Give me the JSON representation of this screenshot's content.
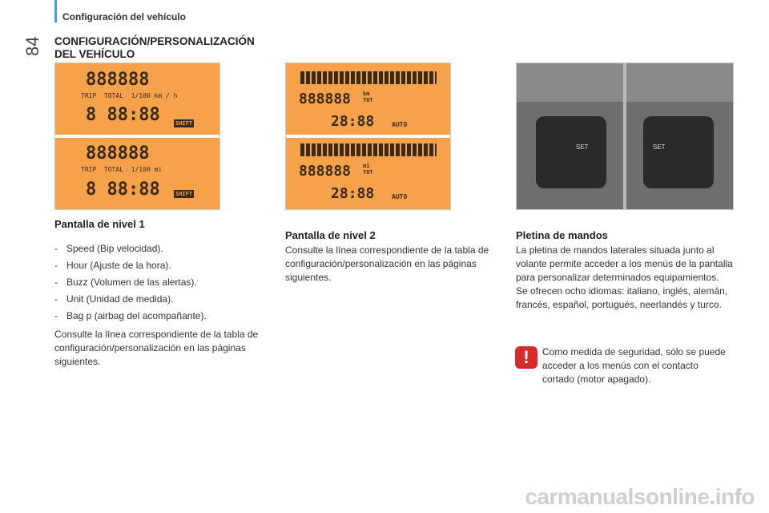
{
  "page_number": "84",
  "section_header": "Configuración del vehículo",
  "title_line1": "CONFIGURACIÓN/PERSONALIZACIÓN",
  "title_line2": "DEL VEHÍCULO",
  "col1": {
    "heading": "Pantalla de nivel 1",
    "items": [
      "Speed (Bip velocidad).",
      "Hour (Ajuste de la hora).",
      "Buzz (Volumen de las alertas).",
      "Unit (Unidad de medida).",
      "Bag p (airbag del acompañante)."
    ],
    "note": "Consulte la línea correspondiente de la tabla de configuración/personalización en las páginas siguientes.",
    "display": {
      "top_digits": "888888",
      "bottom_digits": "8 88:88",
      "trip_label": "TRIP",
      "total_label": "TOTAL",
      "unit_km": "1/100 km  /  h",
      "unit_mi": "1/100 mi",
      "shift_label": "SHIFT"
    }
  },
  "col2": {
    "heading": "Pantalla de nivel 2",
    "note": "Consulte la línea correspondiente de la tabla de configuración/personalización en las páginas siguientes.",
    "display": {
      "digits": "888888",
      "time": "28:88",
      "km_label": "km",
      "mi_label": "mi",
      "tot_label": "TOT",
      "auto_label": "AUTO"
    }
  },
  "col3": {
    "heading": "Pletina de mandos",
    "body": "La pletina de mandos laterales situada junto al volante permite acceder a los menús de la pantalla para personalizar determinados equipamientos.",
    "body2": "Se ofrecen ocho idiomas: italiano, inglés, alemán, francés, español, portugués, neerlandés y turco.",
    "warning": "Como medida de seguridad, sólo se puede acceder a los menús con el contacto cortado (motor apagado).",
    "set_label": "SET"
  },
  "footer": "carmanualsonline.info",
  "colors": {
    "accent": "#3fa3d8",
    "display": "#f5a24a",
    "warning": "#d62b2b"
  }
}
